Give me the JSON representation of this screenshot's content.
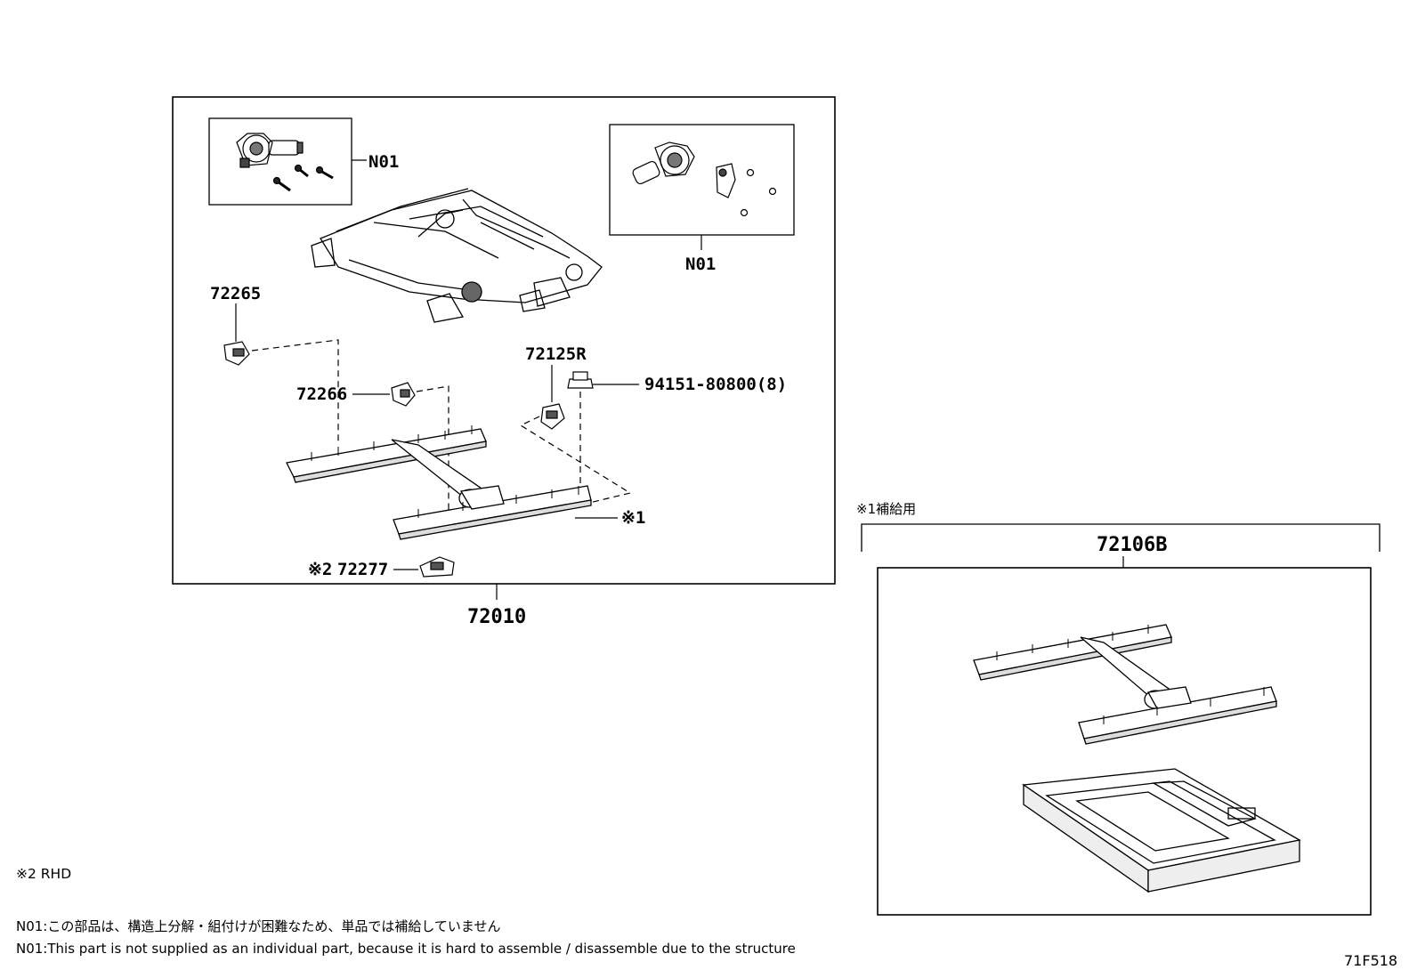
{
  "parts": {
    "assembly_main": "72010",
    "motor_kit_left": "N01",
    "motor_kit_right": "N01",
    "part_72265": "72265",
    "part_72266": "72266",
    "part_72125R": "72125R",
    "bolt": "94151-80800(8)",
    "part_72277": "72277",
    "adjuster_service": "72106B"
  },
  "marks": {
    "ref1": "※1",
    "ref2": "※2",
    "ref1_service_heading": "※1補給用"
  },
  "notes": {
    "rhd": "※2 RHD",
    "n01_japanese": "N01:この部品は、構造上分解・組付けが困難なため、単品では補給していません",
    "n01_english": "N01:This part is not supplied as an individual part, because it is hard to assemble / disassemble due to the structure"
  },
  "figure_code": "71F518"
}
